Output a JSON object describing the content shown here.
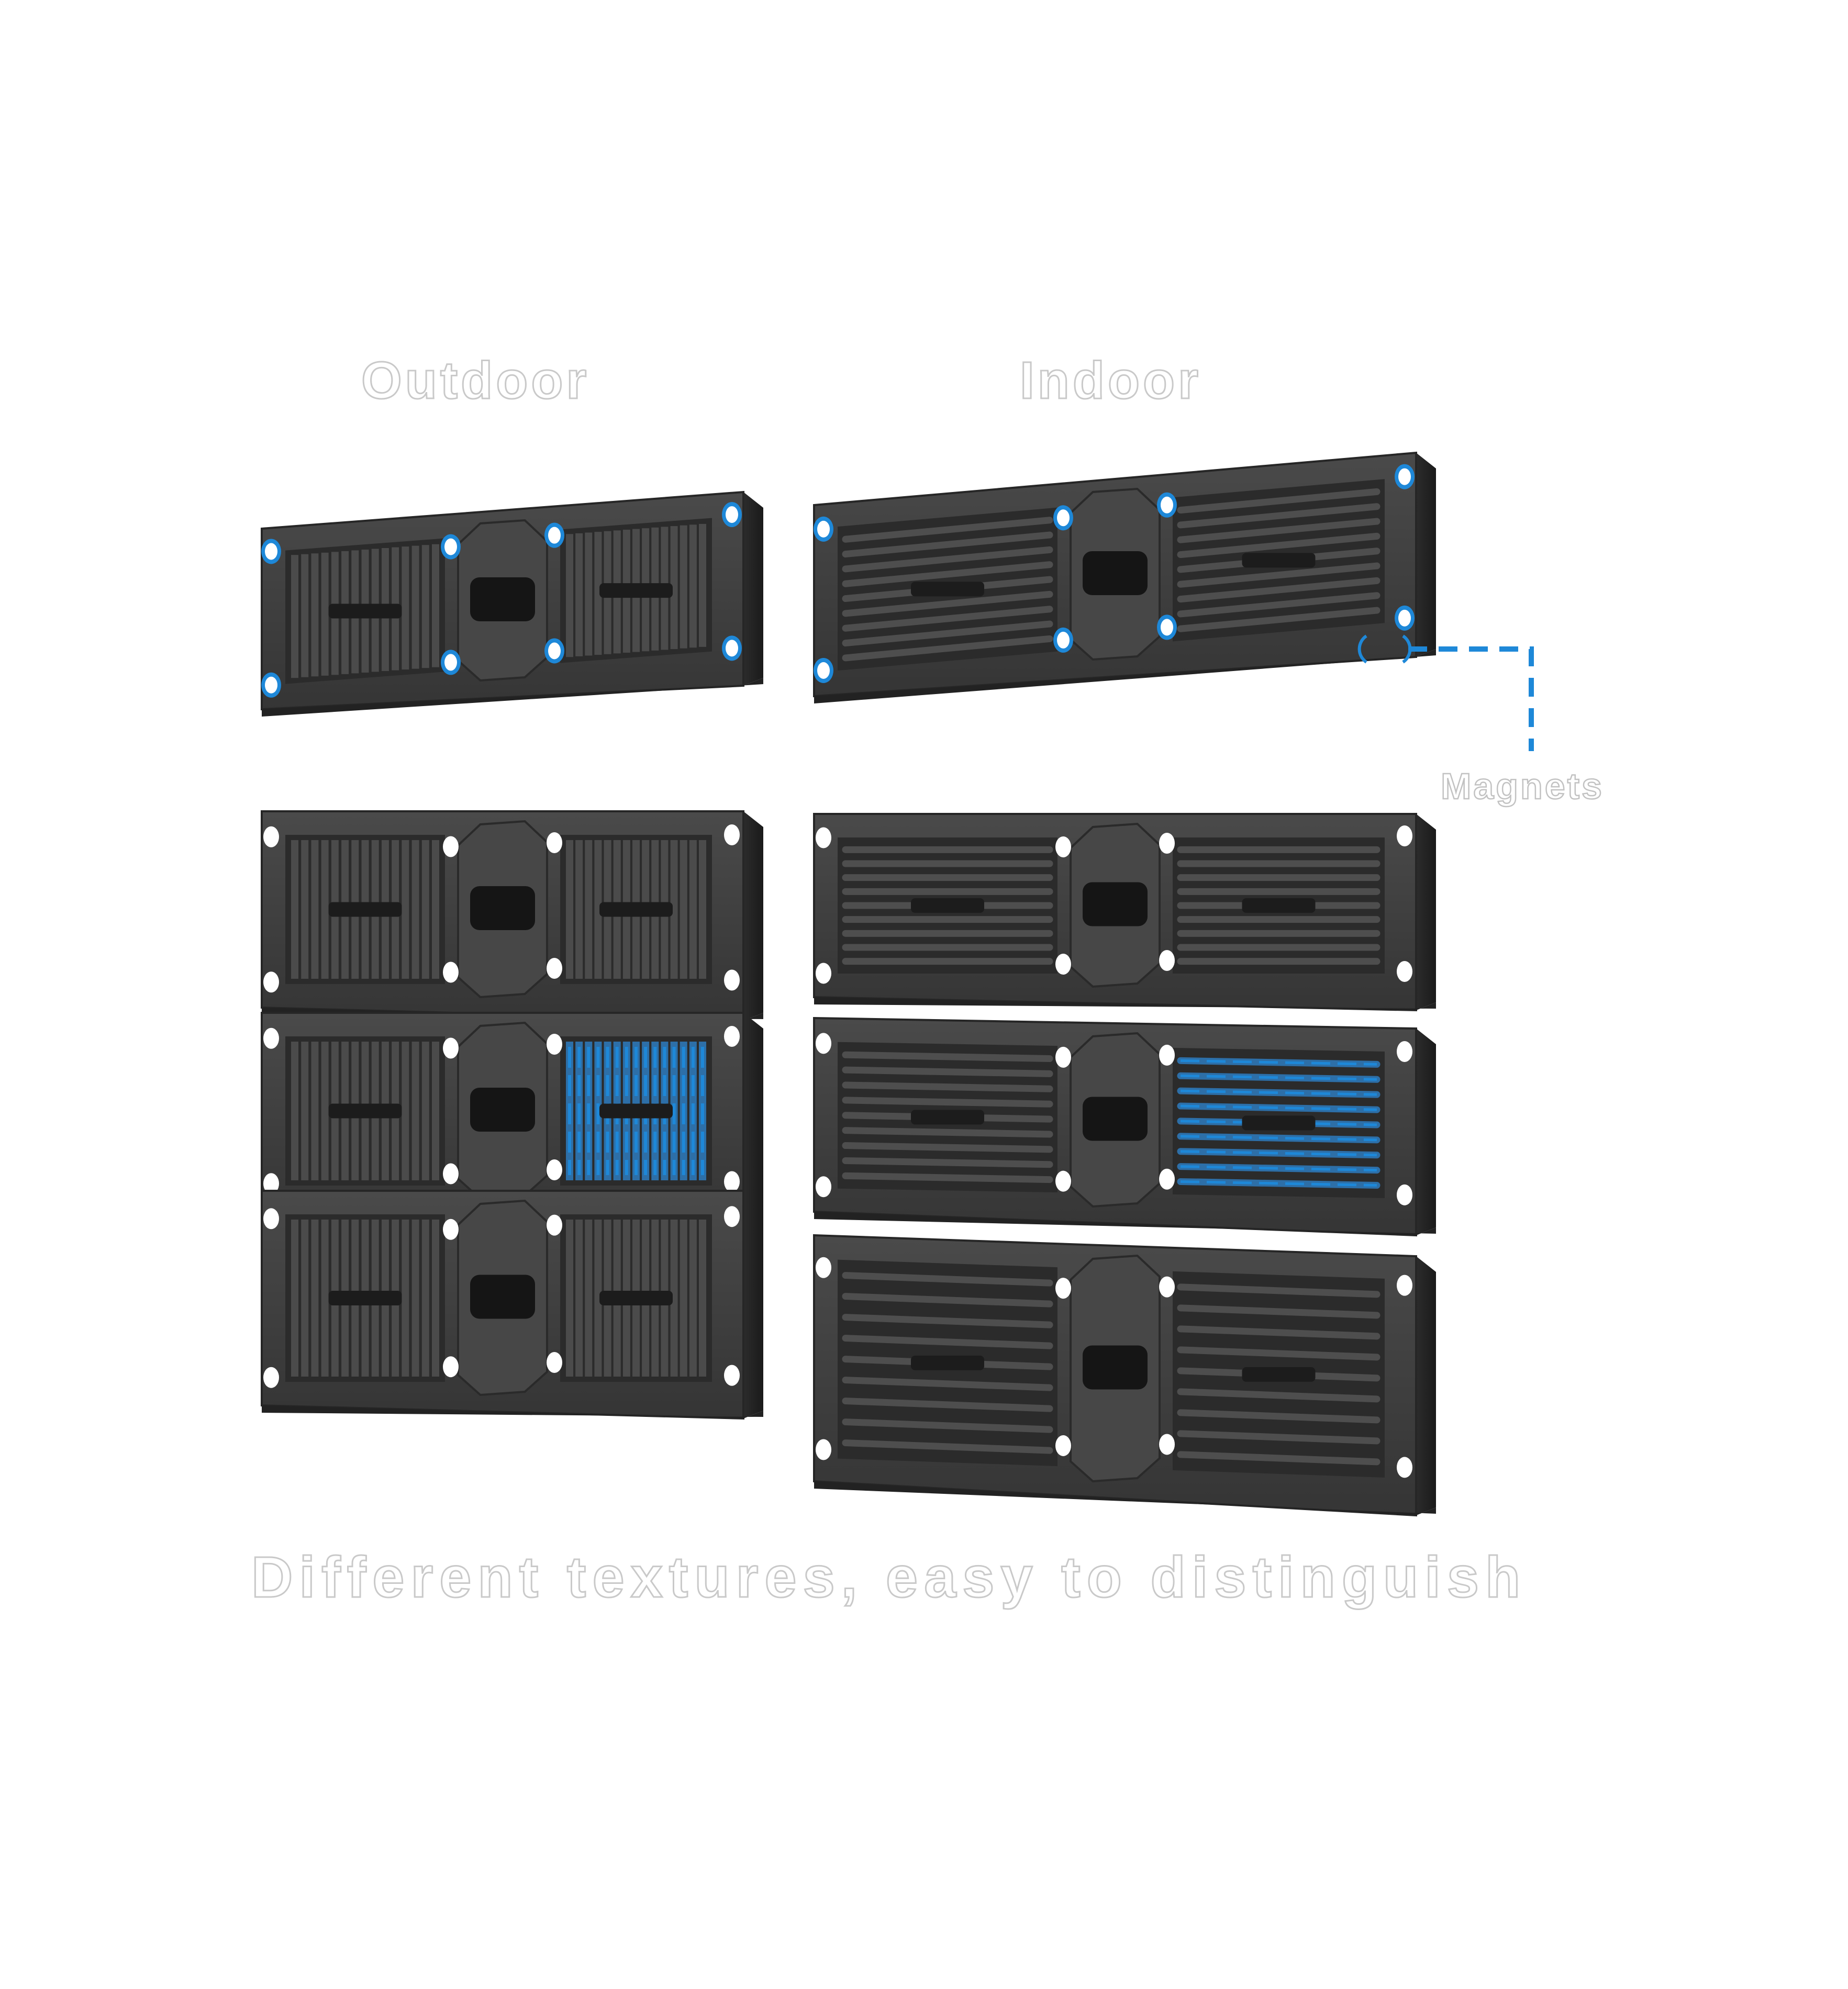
{
  "headers": {
    "outdoor": "Outdoor",
    "indoor": "Indoor"
  },
  "callout": {
    "label": "Magnets"
  },
  "footer": {
    "text": "Different textures, easy to distinguish"
  },
  "colors": {
    "panel_body": "#3d3d3d",
    "panel_edge": "#262626",
    "accent_blue": "#1e88d8",
    "magnet_white": "#ffffff",
    "label_outline": "#c9c9c9"
  },
  "groups": [
    {
      "id": "outdoor",
      "texture": "vertical-fins",
      "single_panels": 1,
      "stacked_panels": 3,
      "highlighted_panel": 2
    },
    {
      "id": "indoor",
      "texture": "horizontal-ribs",
      "single_panels": 1,
      "stacked_panels": 3,
      "highlighted_panel": 2
    }
  ]
}
